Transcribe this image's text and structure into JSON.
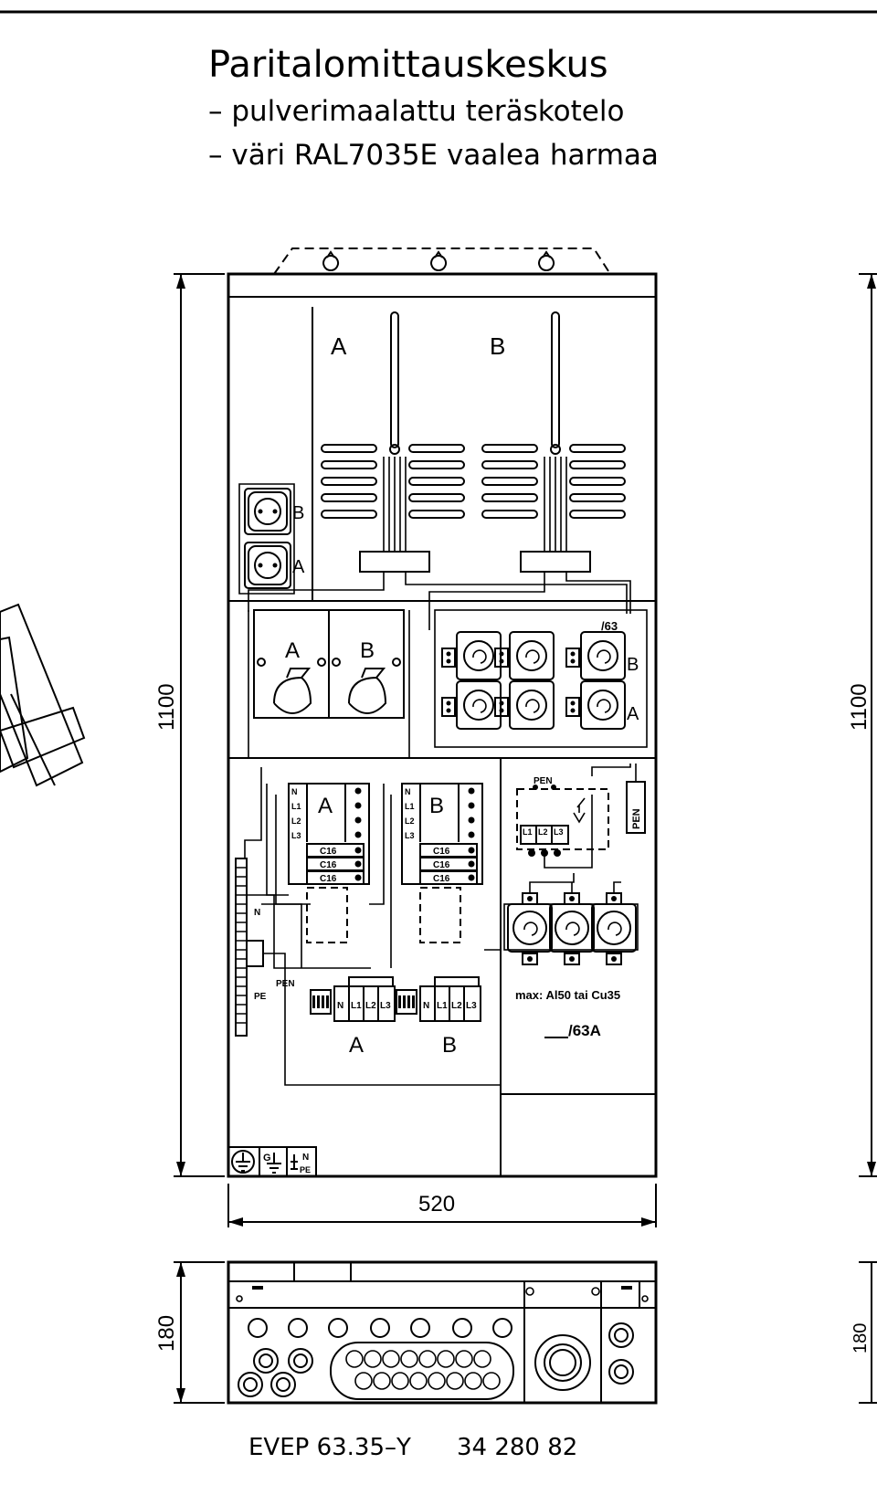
{
  "title": {
    "main": "Paritalomittauskeskus",
    "line1": "– pulverimaalattu teräskotelo",
    "line2": "– väri RAL7035E vaalea harmaa"
  },
  "dimensions": {
    "height_front": "1100",
    "height_side": "1100",
    "width_front": "520",
    "depth_bottom": "180",
    "depth_right": "180"
  },
  "labels": {
    "meter_a": "A",
    "meter_b": "B",
    "socket_b": "B",
    "socket_a": "A",
    "rcd_a": "A",
    "rcd_b": "B",
    "fuse_row_b": "B",
    "fuse_row_a": "A",
    "fuse_rating_top": "/63",
    "n": "N",
    "l1": "L1",
    "l2": "L2",
    "l3": "L3",
    "c16": "C16",
    "pen": "PEN",
    "pe": "PE",
    "terminal_a": "A",
    "terminal_b": "B",
    "max_cable": "max: Al50 tai Cu35",
    "main_fuse": "/63A",
    "n_pe": "N",
    "pe_sub": "PE"
  },
  "footer": {
    "product_code": "EVEP 63.35–Y",
    "number": "34 280 82"
  }
}
